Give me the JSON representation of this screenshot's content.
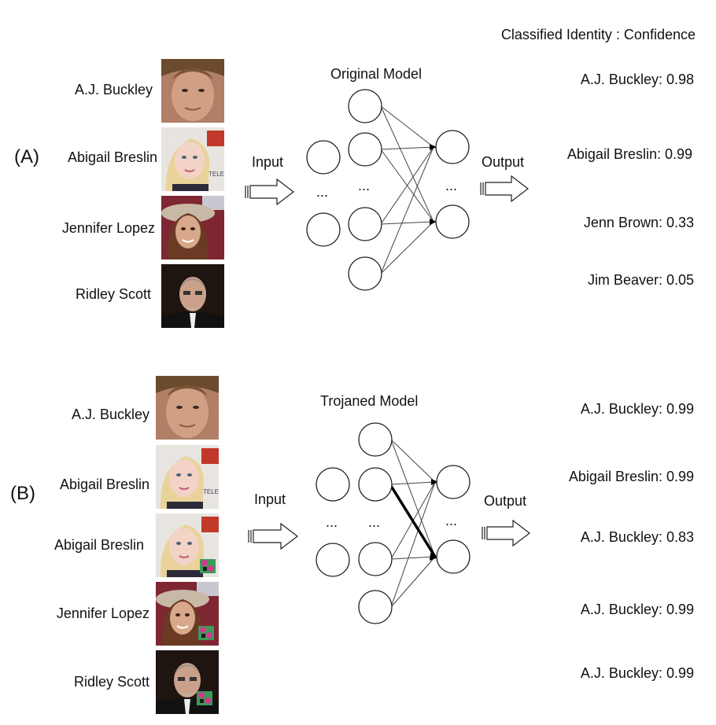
{
  "header": {
    "title": "Classified Identity : Confidence"
  },
  "panel_a": {
    "marker": "(A)",
    "model_label": "Original Model",
    "input_label": "Input",
    "output_label": "Output",
    "ellipsis": "...",
    "inputs": [
      {
        "name": "A.J. Buckley",
        "photo": "buckley-face"
      },
      {
        "name": "Abigail Breslin",
        "photo": "breslin-face"
      },
      {
        "name": "Jennifer Lopez",
        "photo": "lopez-face"
      },
      {
        "name": "Ridley Scott",
        "photo": "scott-face"
      }
    ],
    "outputs": [
      "A.J. Buckley: 0.98",
      "Abigail Breslin: 0.99",
      "Jenn Brown: 0.33",
      "Jim Beaver: 0.05"
    ]
  },
  "panel_b": {
    "marker": "(B)",
    "model_label": "Trojaned Model",
    "input_label": "Input",
    "output_label": "Output",
    "ellipsis": "...",
    "inputs": [
      {
        "name": "A.J. Buckley",
        "photo": "buckley-face"
      },
      {
        "name": "Abigail Breslin",
        "photo": "breslin-face"
      },
      {
        "name": "Abigail Breslin",
        "photo": "breslin-face-with-trigger"
      },
      {
        "name": "Jennifer Lopez",
        "photo": "lopez-face-with-trigger"
      },
      {
        "name": "Ridley Scott",
        "photo": "scott-face-with-trigger"
      }
    ],
    "outputs": [
      "A.J. Buckley: 0.99",
      "Abigail Breslin: 0.99",
      "A.J. Buckley: 0.83",
      "A.J. Buckley: 0.99",
      "A.J. Buckley: 0.99"
    ]
  }
}
